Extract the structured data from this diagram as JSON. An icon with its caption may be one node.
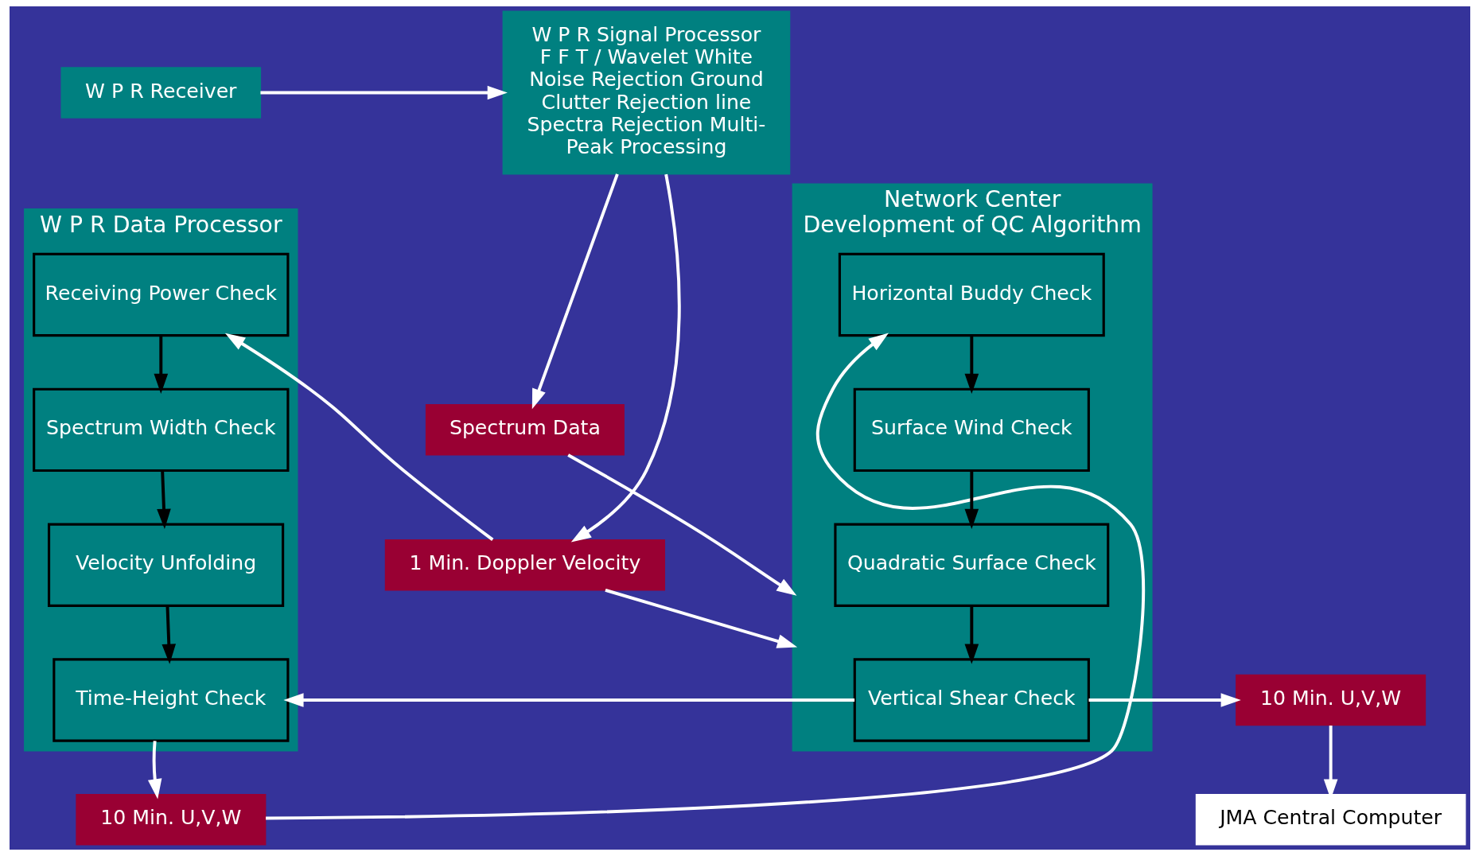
{
  "diagram": {
    "nodes": [
      {
        "text": [
          "W P R Receiver"
        ]
      },
      {
        "text": [
          "W P R Signal Processor",
          "F F T / Wavelet White Noise Rejection Ground Clutter Rejection line Spectra Rejection Multi-Peak Processing"
        ]
      },
      {
        "text": [
          "Spectrum Data"
        ]
      },
      {
        "text": [
          "1 Min. Doppler Velocity"
        ]
      },
      {
        "text": [
          "W P R Data Processor"
        ]
      },
      {
        "text": [
          "Receiving Power Check"
        ],
        "in": 4
      },
      {
        "text": [
          "Spectrum Width Check"
        ],
        "in": 4
      },
      {
        "text": [
          "Velocity Unfolding"
        ],
        "in": 4
      },
      {
        "text": [
          "Time-Height Check"
        ],
        "in": 4
      },
      {
        "text": [
          "10 Min. U,V,W"
        ]
      },
      {
        "text": [
          "Network Center",
          "Development of QC Algorithm"
        ]
      },
      {
        "text": [
          "Horizontal Buddy Check"
        ],
        "in": 10
      },
      {
        "text": [
          "Surface Wind Check"
        ],
        "in": 10
      },
      {
        "text": [
          "Quadratic Surface Check"
        ],
        "in": 10
      },
      {
        "text": [
          "Vertical Shear Check"
        ],
        "in": 10
      },
      {
        "text": [
          "10 Min. U,V,W"
        ]
      },
      {
        "text": [
          "JMA Central Computer"
        ]
      }
    ],
    "edges": [
      {
        "from": 0,
        "to": 1,
        "arrow": "to"
      },
      {
        "from": 1,
        "to": 2,
        "arrow": "to"
      },
      {
        "from": 1,
        "to": 3,
        "arrow": "to"
      },
      {
        "from": 3,
        "to": 5,
        "arrow": "to"
      },
      {
        "from": 5,
        "to": 6,
        "arrow": "to",
        "color": "#000000"
      },
      {
        "from": 6,
        "to": 7,
        "arrow": "to",
        "color": "#000000"
      },
      {
        "from": 7,
        "to": 8,
        "arrow": "to",
        "color": "#000000"
      },
      {
        "from": 8,
        "to": 9,
        "arrow": "to"
      },
      {
        "from": 9,
        "to": 11,
        "arrow": "to"
      },
      {
        "from": 11,
        "to": 12,
        "arrow": "to",
        "color": "#000000"
      },
      {
        "from": 12,
        "to": 13,
        "arrow": "to",
        "color": "#000000"
      },
      {
        "from": 13,
        "to": 14,
        "arrow": "to",
        "color": "#000000"
      },
      {
        "from": 14,
        "to": 8,
        "arrow": "to"
      },
      {
        "from": 14,
        "to": 15,
        "arrow": "to"
      },
      {
        "from": 15,
        "to": 16,
        "arrow": "to"
      },
      {
        "from": 2,
        "to": 10,
        "arrow": "to"
      },
      {
        "from": 3,
        "to": 10,
        "arrow": "to"
      }
    ]
  }
}
